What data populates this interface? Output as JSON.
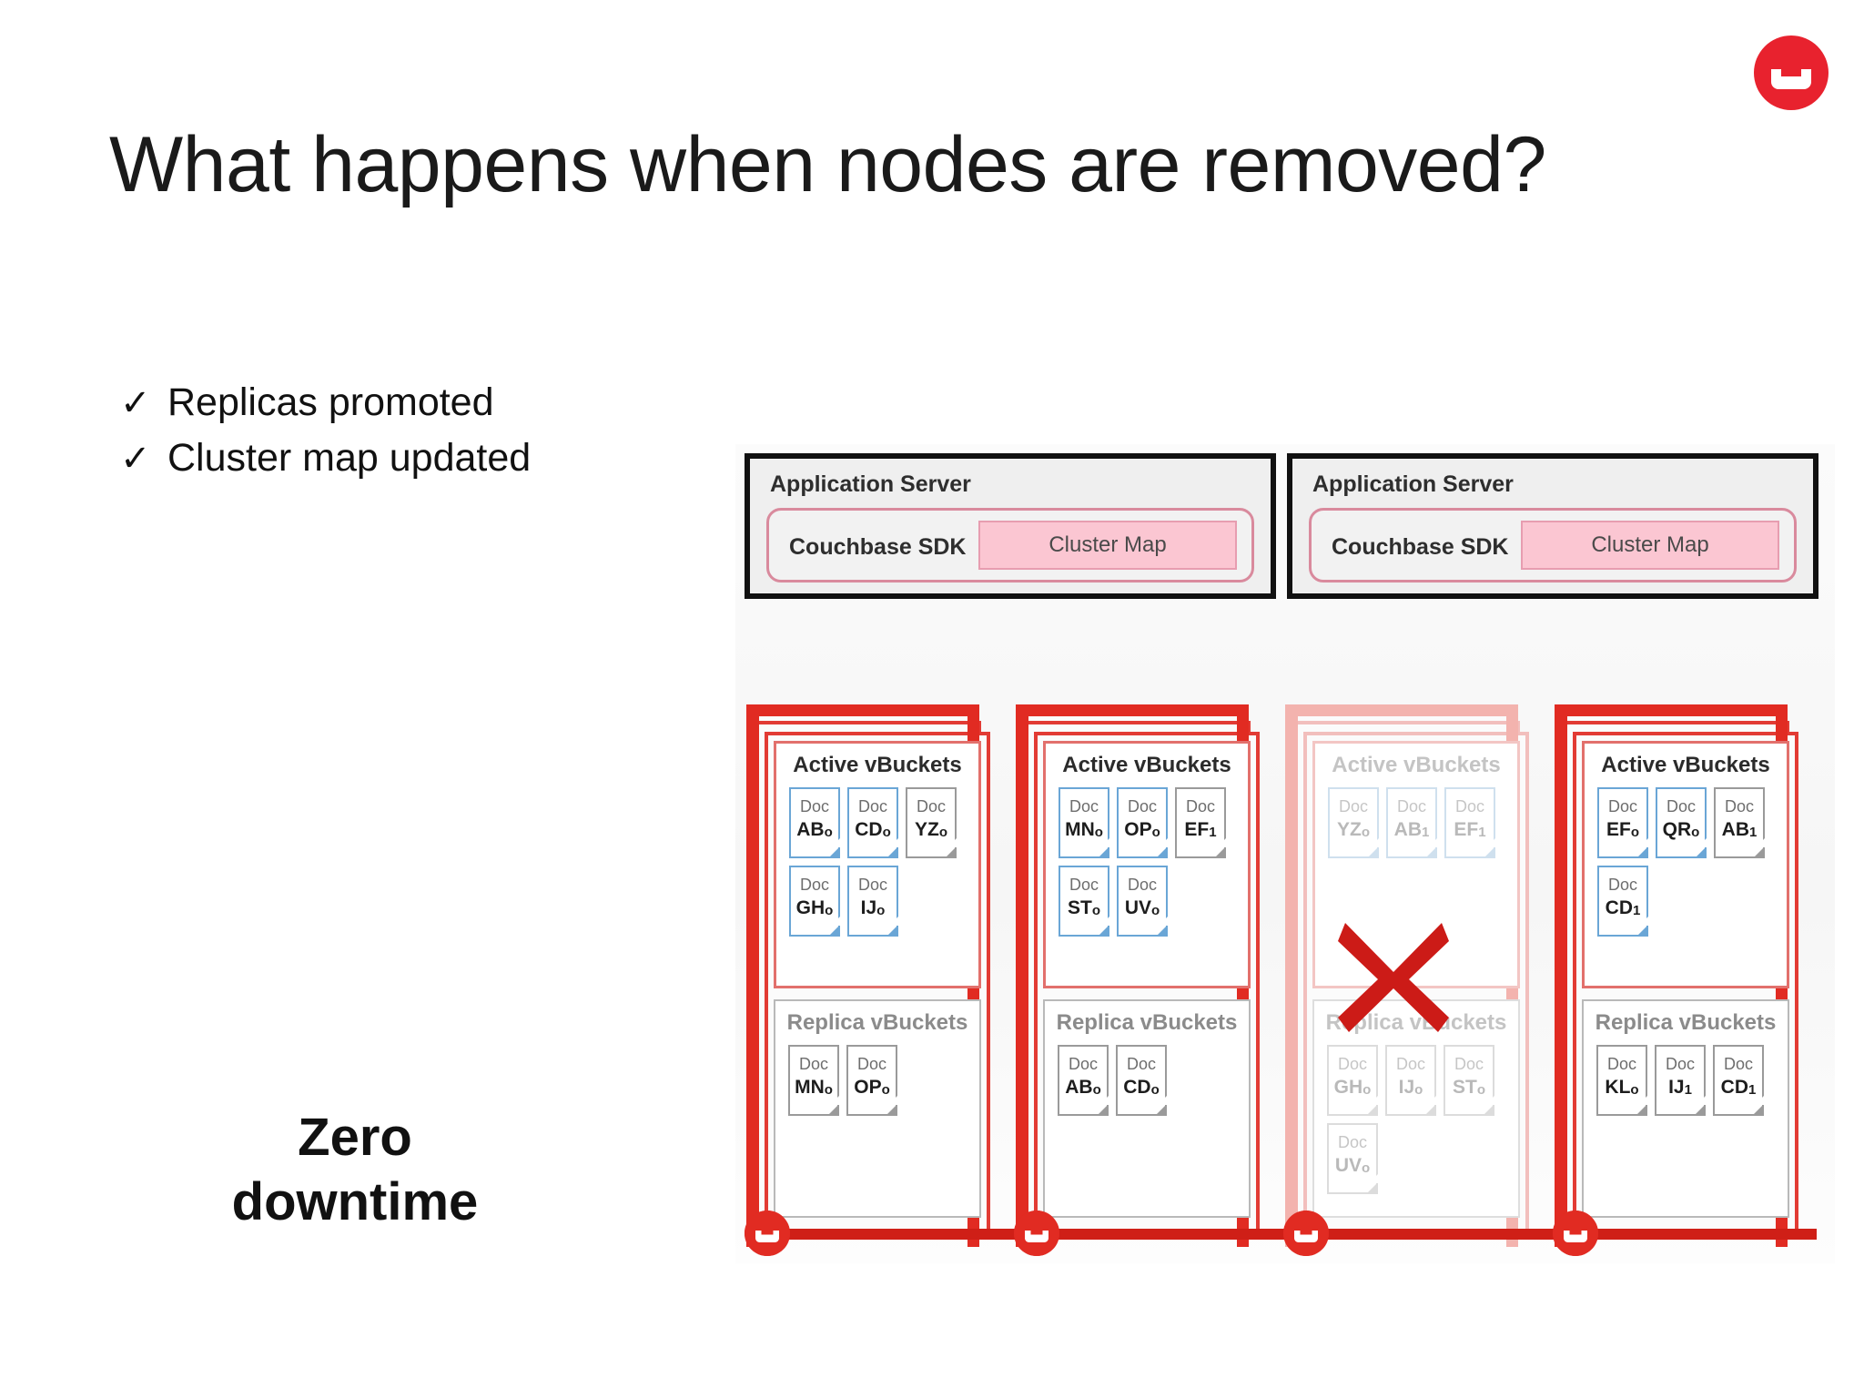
{
  "slide": {
    "title": "What happens when nodes are removed?",
    "callout_line1": "Zero",
    "callout_line2": "downtime"
  },
  "brand": {
    "logo_icon": "couchbase-logo-icon",
    "logo_color": "#e8222e"
  },
  "bullets": [
    {
      "marker": "✓",
      "label": "Replicas promoted"
    },
    {
      "marker": "✓",
      "label": "Cluster map updated"
    }
  ],
  "diagram": {
    "app_servers": [
      {
        "title": "Application Server",
        "sdk_label": "Couchbase SDK",
        "cluster_map_label": "Cluster Map"
      },
      {
        "title": "Application Server",
        "sdk_label": "Couchbase SDK",
        "cluster_map_label": "Cluster Map"
      }
    ],
    "section_titles": {
      "active": "Active vBuckets",
      "replica": "Replica vBuckets"
    },
    "doc_kind_label": "Doc",
    "removed_marker": "X",
    "colors": {
      "node_border_active": "#e12b22",
      "node_border_removed": "#f3b3ae",
      "doc_border_primary": "#6aa6d6",
      "doc_border_secondary": "#9a9a9a",
      "cluster_map_fill": "#fbc6d2",
      "x_mark": "#cc1b17"
    },
    "nodes": [
      {
        "id": "node-1",
        "state": "active",
        "active_docs": [
          {
            "id": "ABo",
            "style": "primary"
          },
          {
            "id": "CDo",
            "style": "primary"
          },
          {
            "id": "YZo",
            "style": "secondary"
          },
          {
            "id": "GHo",
            "style": "primary"
          },
          {
            "id": "IJo",
            "style": "primary"
          }
        ],
        "replica_docs": [
          {
            "id": "MNo",
            "style": "secondary"
          },
          {
            "id": "OPo",
            "style": "secondary"
          }
        ]
      },
      {
        "id": "node-2",
        "state": "active",
        "active_docs": [
          {
            "id": "MNo",
            "style": "primary"
          },
          {
            "id": "OPo",
            "style": "primary"
          },
          {
            "id": "EF1",
            "style": "secondary"
          },
          {
            "id": "STo",
            "style": "primary"
          },
          {
            "id": "UVo",
            "style": "primary"
          }
        ],
        "replica_docs": [
          {
            "id": "ABo",
            "style": "secondary"
          },
          {
            "id": "CDo",
            "style": "secondary"
          }
        ]
      },
      {
        "id": "node-3",
        "state": "removed",
        "active_docs": [
          {
            "id": "YZo",
            "style": "primary"
          },
          {
            "id": "AB1",
            "style": "primary"
          },
          {
            "id": "EF1",
            "style": "primary"
          }
        ],
        "replica_docs": [
          {
            "id": "GHo",
            "style": "secondary"
          },
          {
            "id": "IJo",
            "style": "secondary"
          },
          {
            "id": "STo",
            "style": "secondary"
          },
          {
            "id": "UVo",
            "style": "secondary"
          }
        ]
      },
      {
        "id": "node-4",
        "state": "active",
        "active_docs": [
          {
            "id": "EFo",
            "style": "primary"
          },
          {
            "id": "QRo",
            "style": "primary"
          },
          {
            "id": "AB1",
            "style": "secondary"
          },
          {
            "id": "CD1",
            "style": "primary"
          }
        ],
        "replica_docs": [
          {
            "id": "KLo",
            "style": "secondary"
          },
          {
            "id": "IJ1",
            "style": "secondary"
          },
          {
            "id": "CD1",
            "style": "secondary"
          }
        ]
      }
    ]
  }
}
